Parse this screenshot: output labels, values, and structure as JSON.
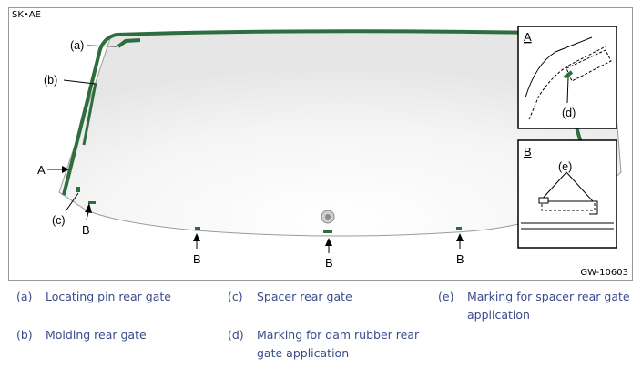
{
  "figure": {
    "top_code": "SK•AE",
    "bottom_code": "GW-10603",
    "callouts": {
      "a": "(a)",
      "b": "(b)",
      "c": "(c)",
      "d": "(d)",
      "e": "(e)",
      "A": "A",
      "B": "B"
    },
    "inset_A_title": "A",
    "inset_B_title": "B"
  },
  "legend": [
    {
      "key": "(a)",
      "text": "Locating pin rear gate"
    },
    {
      "key": "(b)",
      "text": "Molding rear gate"
    },
    {
      "key": "(c)",
      "text": "Spacer rear gate"
    },
    {
      "key": "(d)",
      "text": "Marking for dam rubber rear",
      "text2": "gate application"
    },
    {
      "key": "(e)",
      "text": "Marking for spacer rear gate",
      "text2": "application"
    }
  ],
  "colors": {
    "molding": "#2e6e3e",
    "caption": "#3b4a8c",
    "glass": "#f2f2f2"
  }
}
